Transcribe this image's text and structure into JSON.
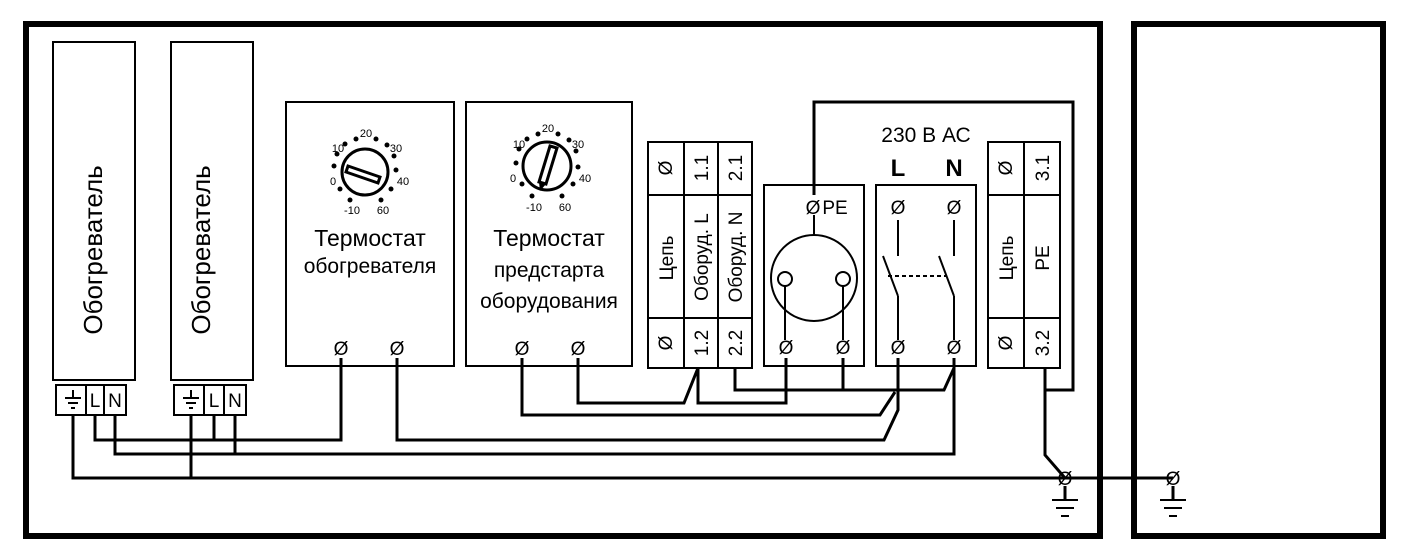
{
  "heaters": [
    {
      "label": "Обогреватель",
      "terminals": [
        "⏚",
        "L",
        "N"
      ]
    },
    {
      "label": "Обогреватель",
      "terminals": [
        "⏚",
        "L",
        "N"
      ]
    }
  ],
  "thermostats": [
    {
      "title": "Термостат",
      "subtitle_lines": [
        "обогревателя"
      ],
      "dial_scale": [
        "-10",
        "0",
        "10",
        "20",
        "30",
        "40",
        "60"
      ]
    },
    {
      "title": "Термостат",
      "subtitle_lines": [
        "предстарта",
        "оборудования"
      ],
      "dial_scale": [
        "-10",
        "0",
        "10",
        "20",
        "30",
        "40",
        "60"
      ]
    }
  ],
  "terminal_block_1": {
    "circuit_label": "Цепь",
    "column_labels": [
      "Оборуд. L",
      "Оборуд. N"
    ],
    "top_numbers": [
      "1.1",
      "2.1"
    ],
    "bottom_numbers": [
      "1.2",
      "2.2"
    ]
  },
  "socket": {
    "pe_label": "PE"
  },
  "supply": {
    "voltage_label": "230 В АС",
    "line_label": "L",
    "neutral_label": "N"
  },
  "terminal_block_2": {
    "circuit_label": "Цепь",
    "column_label": "PE",
    "top_number": "3.1",
    "bottom_number": "3.2"
  },
  "symbols": {
    "screw_terminal": "Ø",
    "ground": "⏚"
  }
}
